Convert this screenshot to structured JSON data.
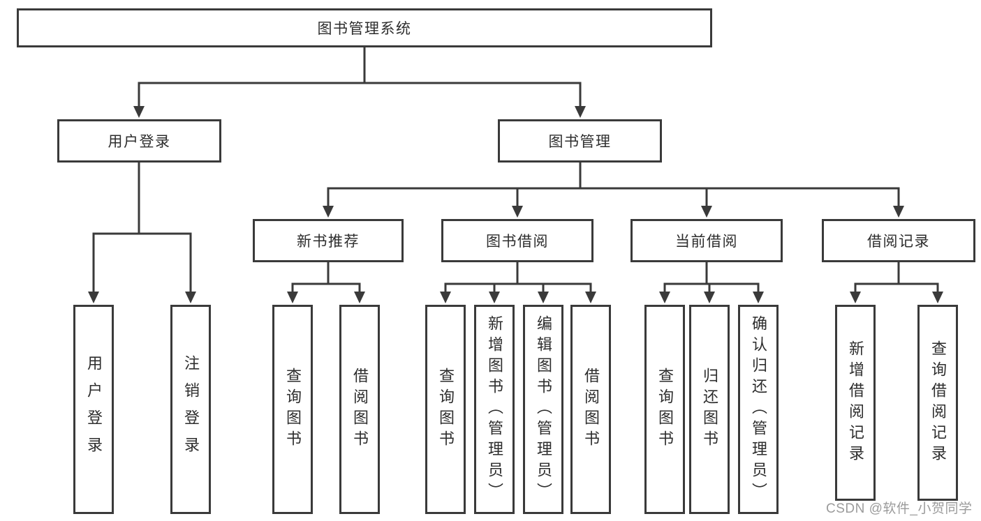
{
  "colors": {
    "line": "#3a3a3a",
    "box_border": "#3a3a3a",
    "text": "#2d2d2d",
    "watermark": "#9b9b9b",
    "background": "#ffffff"
  },
  "watermark": {
    "text": "CSDN @软件_小贺同学"
  },
  "tree": {
    "label": "图书管理系统",
    "children": [
      {
        "label": "用户登录",
        "children": [
          {
            "label": "用户登录"
          },
          {
            "label": "注销登录"
          }
        ]
      },
      {
        "label": "图书管理",
        "children": [
          {
            "label": "新书推荐",
            "children": [
              {
                "label": "查询图书"
              },
              {
                "label": "借阅图书"
              }
            ]
          },
          {
            "label": "图书借阅",
            "children": [
              {
                "label": "查询图书"
              },
              {
                "label": "新增图书（管理员）"
              },
              {
                "label": "编辑图书（管理员）"
              },
              {
                "label": "借阅图书"
              }
            ]
          },
          {
            "label": "当前借阅",
            "children": [
              {
                "label": "查询图书"
              },
              {
                "label": "归还图书"
              },
              {
                "label": "确认归还（管理员）"
              }
            ]
          },
          {
            "label": "借阅记录",
            "children": [
              {
                "label": "新增借阅记录"
              },
              {
                "label": "查询借阅记录"
              }
            ]
          }
        ]
      }
    ]
  }
}
